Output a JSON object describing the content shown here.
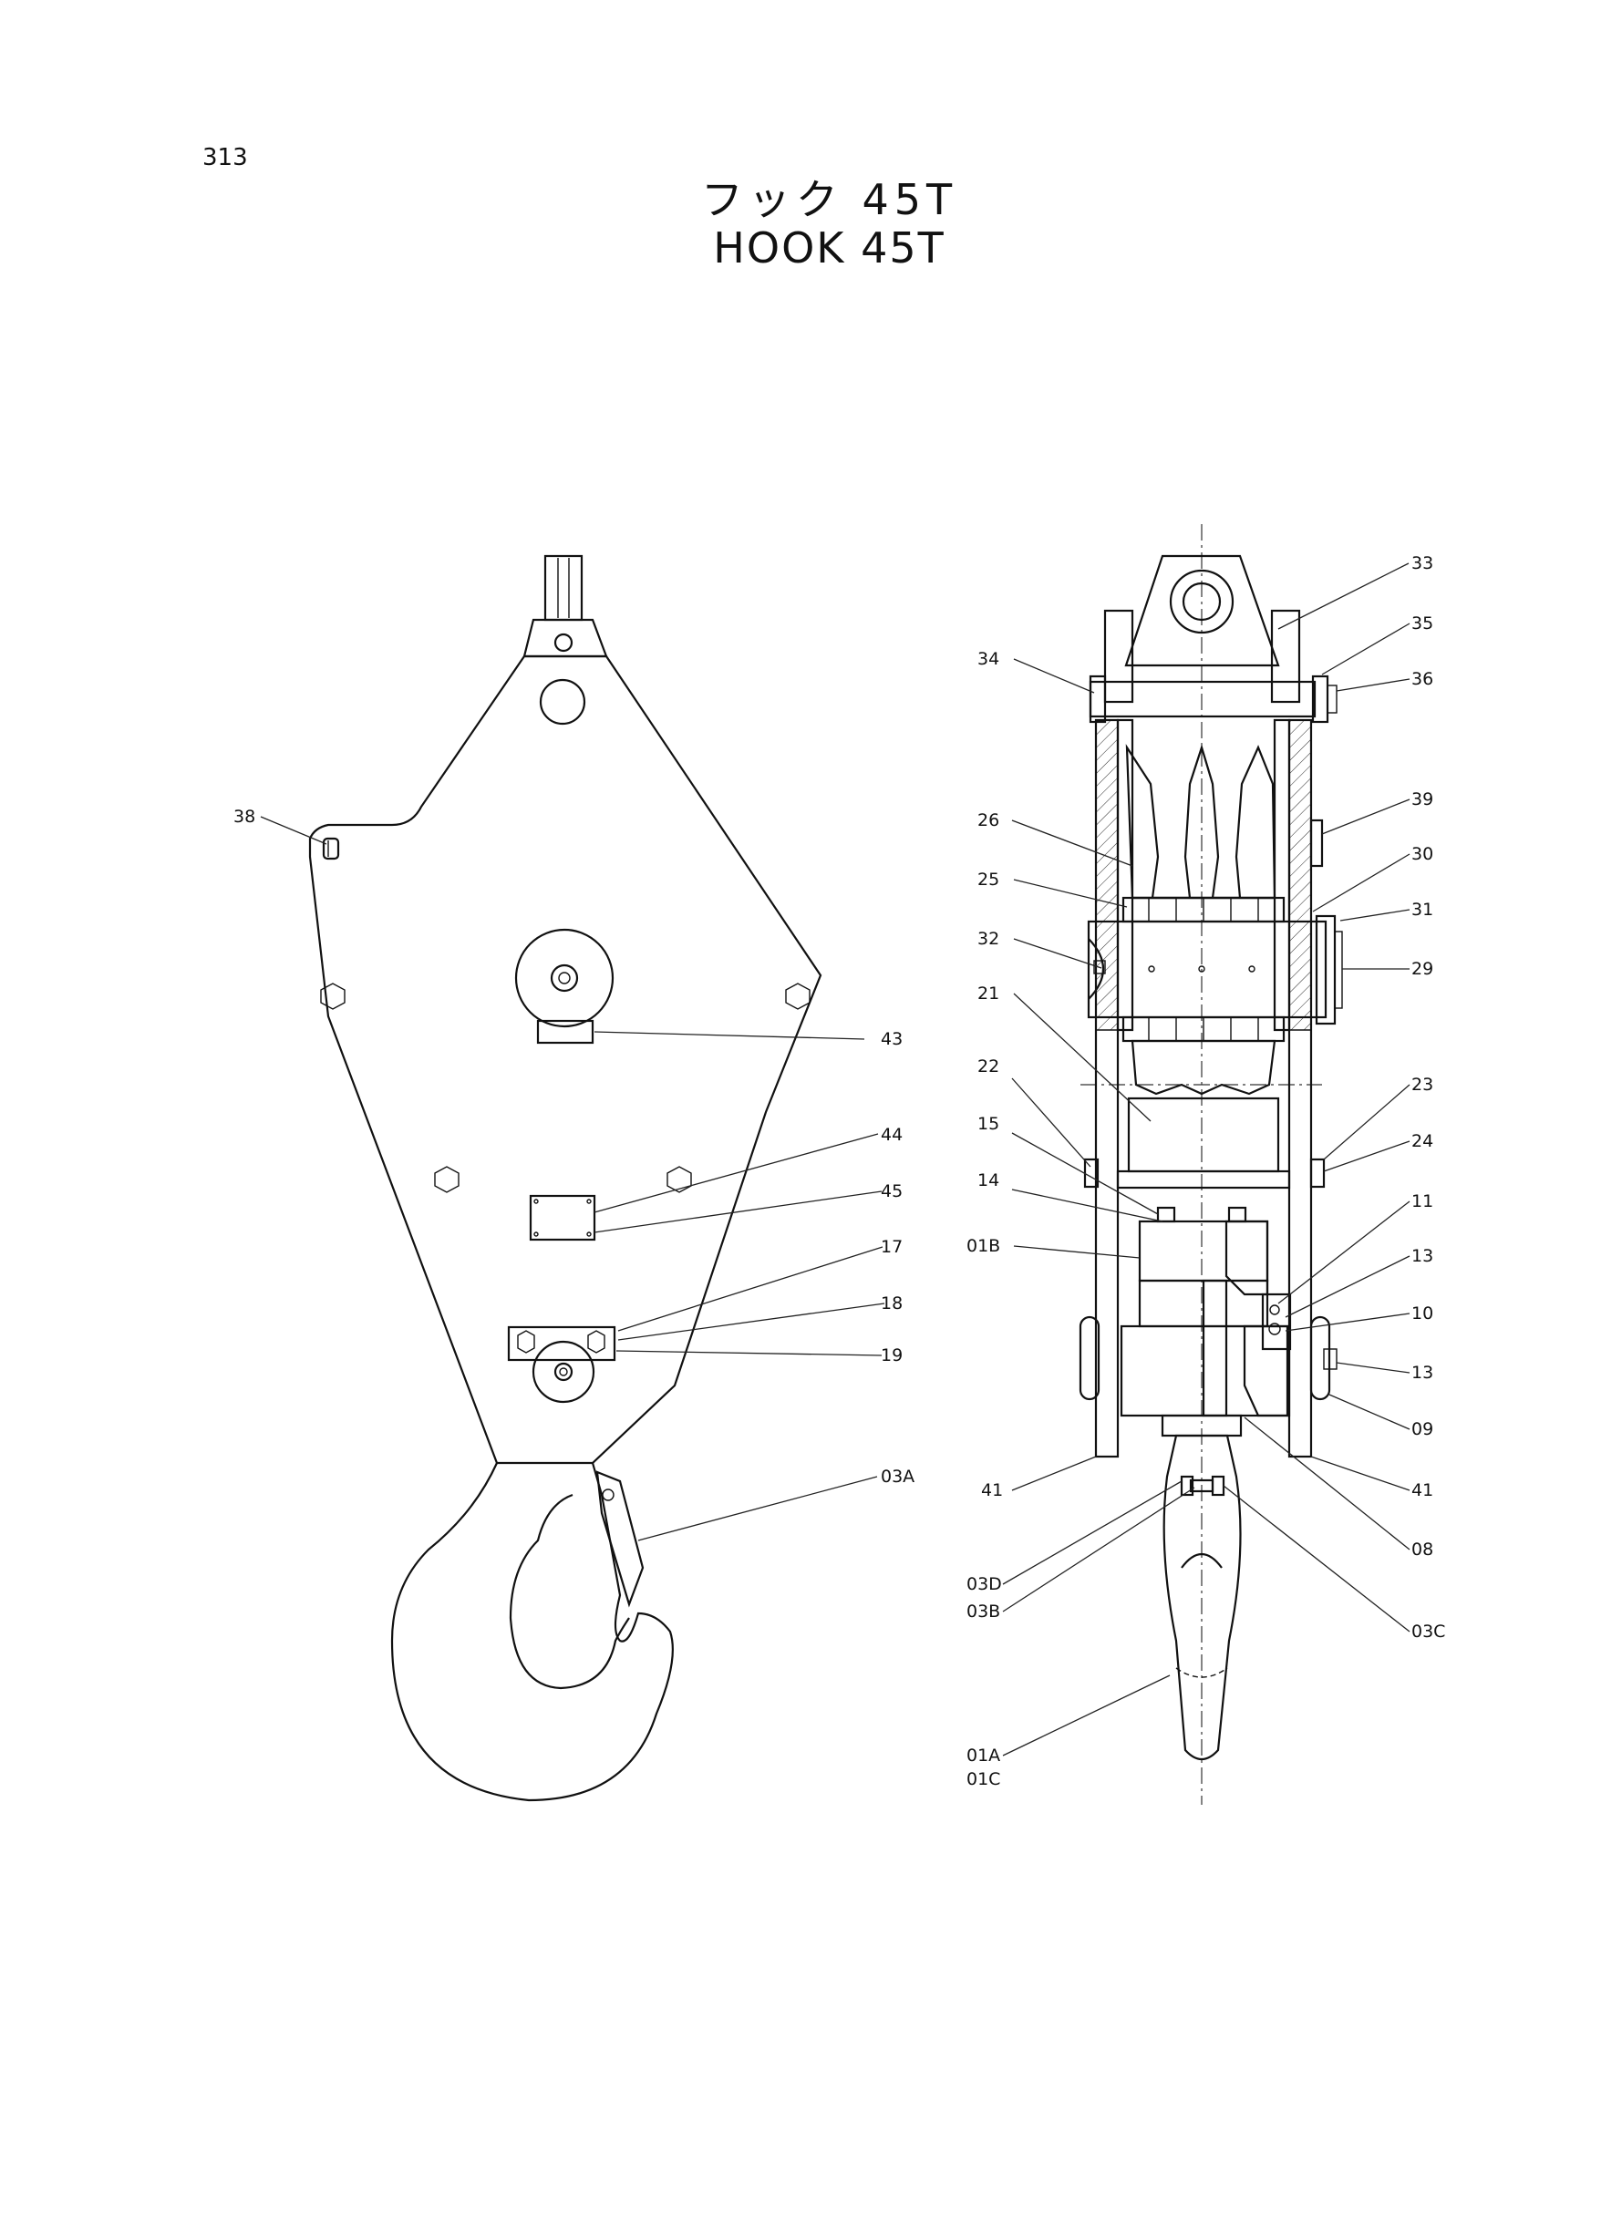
{
  "page": {
    "number": "313"
  },
  "title": {
    "japanese": "フック 45T",
    "english": "HOOK 45T"
  },
  "callouts": {
    "left": {
      "c38": "38",
      "c43": "43",
      "c44": "44",
      "c45": "45",
      "c17": "17",
      "c18": "18",
      "c19": "19",
      "c03A": "03A"
    },
    "right": {
      "c33": "33",
      "c35": "35",
      "c36": "36",
      "c34": "34",
      "c39": "39",
      "c26": "26",
      "c30": "30",
      "c25": "25",
      "c31": "31",
      "c32": "32",
      "c29": "29",
      "c21": "21",
      "c22": "22",
      "c23": "23",
      "c15": "15",
      "c24": "24",
      "c14": "14",
      "c11": "11",
      "c01B": "01B",
      "c13a": "13",
      "c10": "10",
      "c13b": "13",
      "c09": "09",
      "c41a": "41",
      "c41b": "41",
      "c08": "08",
      "c03D": "03D",
      "c03B": "03B",
      "c03C": "03C",
      "c01A": "01A",
      "c01C": "01C"
    }
  }
}
